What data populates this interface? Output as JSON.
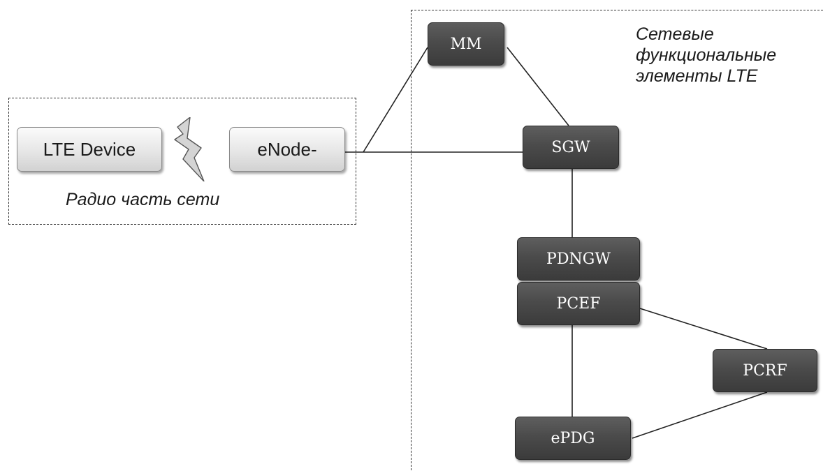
{
  "regions": {
    "radio": {
      "caption": "Радио часть сети"
    },
    "core": {
      "caption_lines": [
        "Сетевые",
        "функциональные",
        "элементы LTE"
      ]
    }
  },
  "nodes": {
    "lte_device": "LTE Device",
    "enode": "eNode-",
    "mm": "MM",
    "sgw": "SGW",
    "pdngw": "PDNGW",
    "pcef": "PCEF",
    "pcrf": "PCRF",
    "epdg": "ePDG"
  },
  "links": [
    [
      "enode",
      "mm"
    ],
    [
      "enode",
      "sgw"
    ],
    [
      "mm",
      "sgw"
    ],
    [
      "sgw",
      "pdngw"
    ],
    [
      "pcef",
      "epdg"
    ],
    [
      "pcef",
      "pcrf"
    ],
    [
      "epdg",
      "pcrf"
    ]
  ],
  "colors": {
    "dark_node": "#4a4a4a",
    "light_node": "#e4e4e4",
    "line": "#222222",
    "dashed_border": "#333333"
  }
}
